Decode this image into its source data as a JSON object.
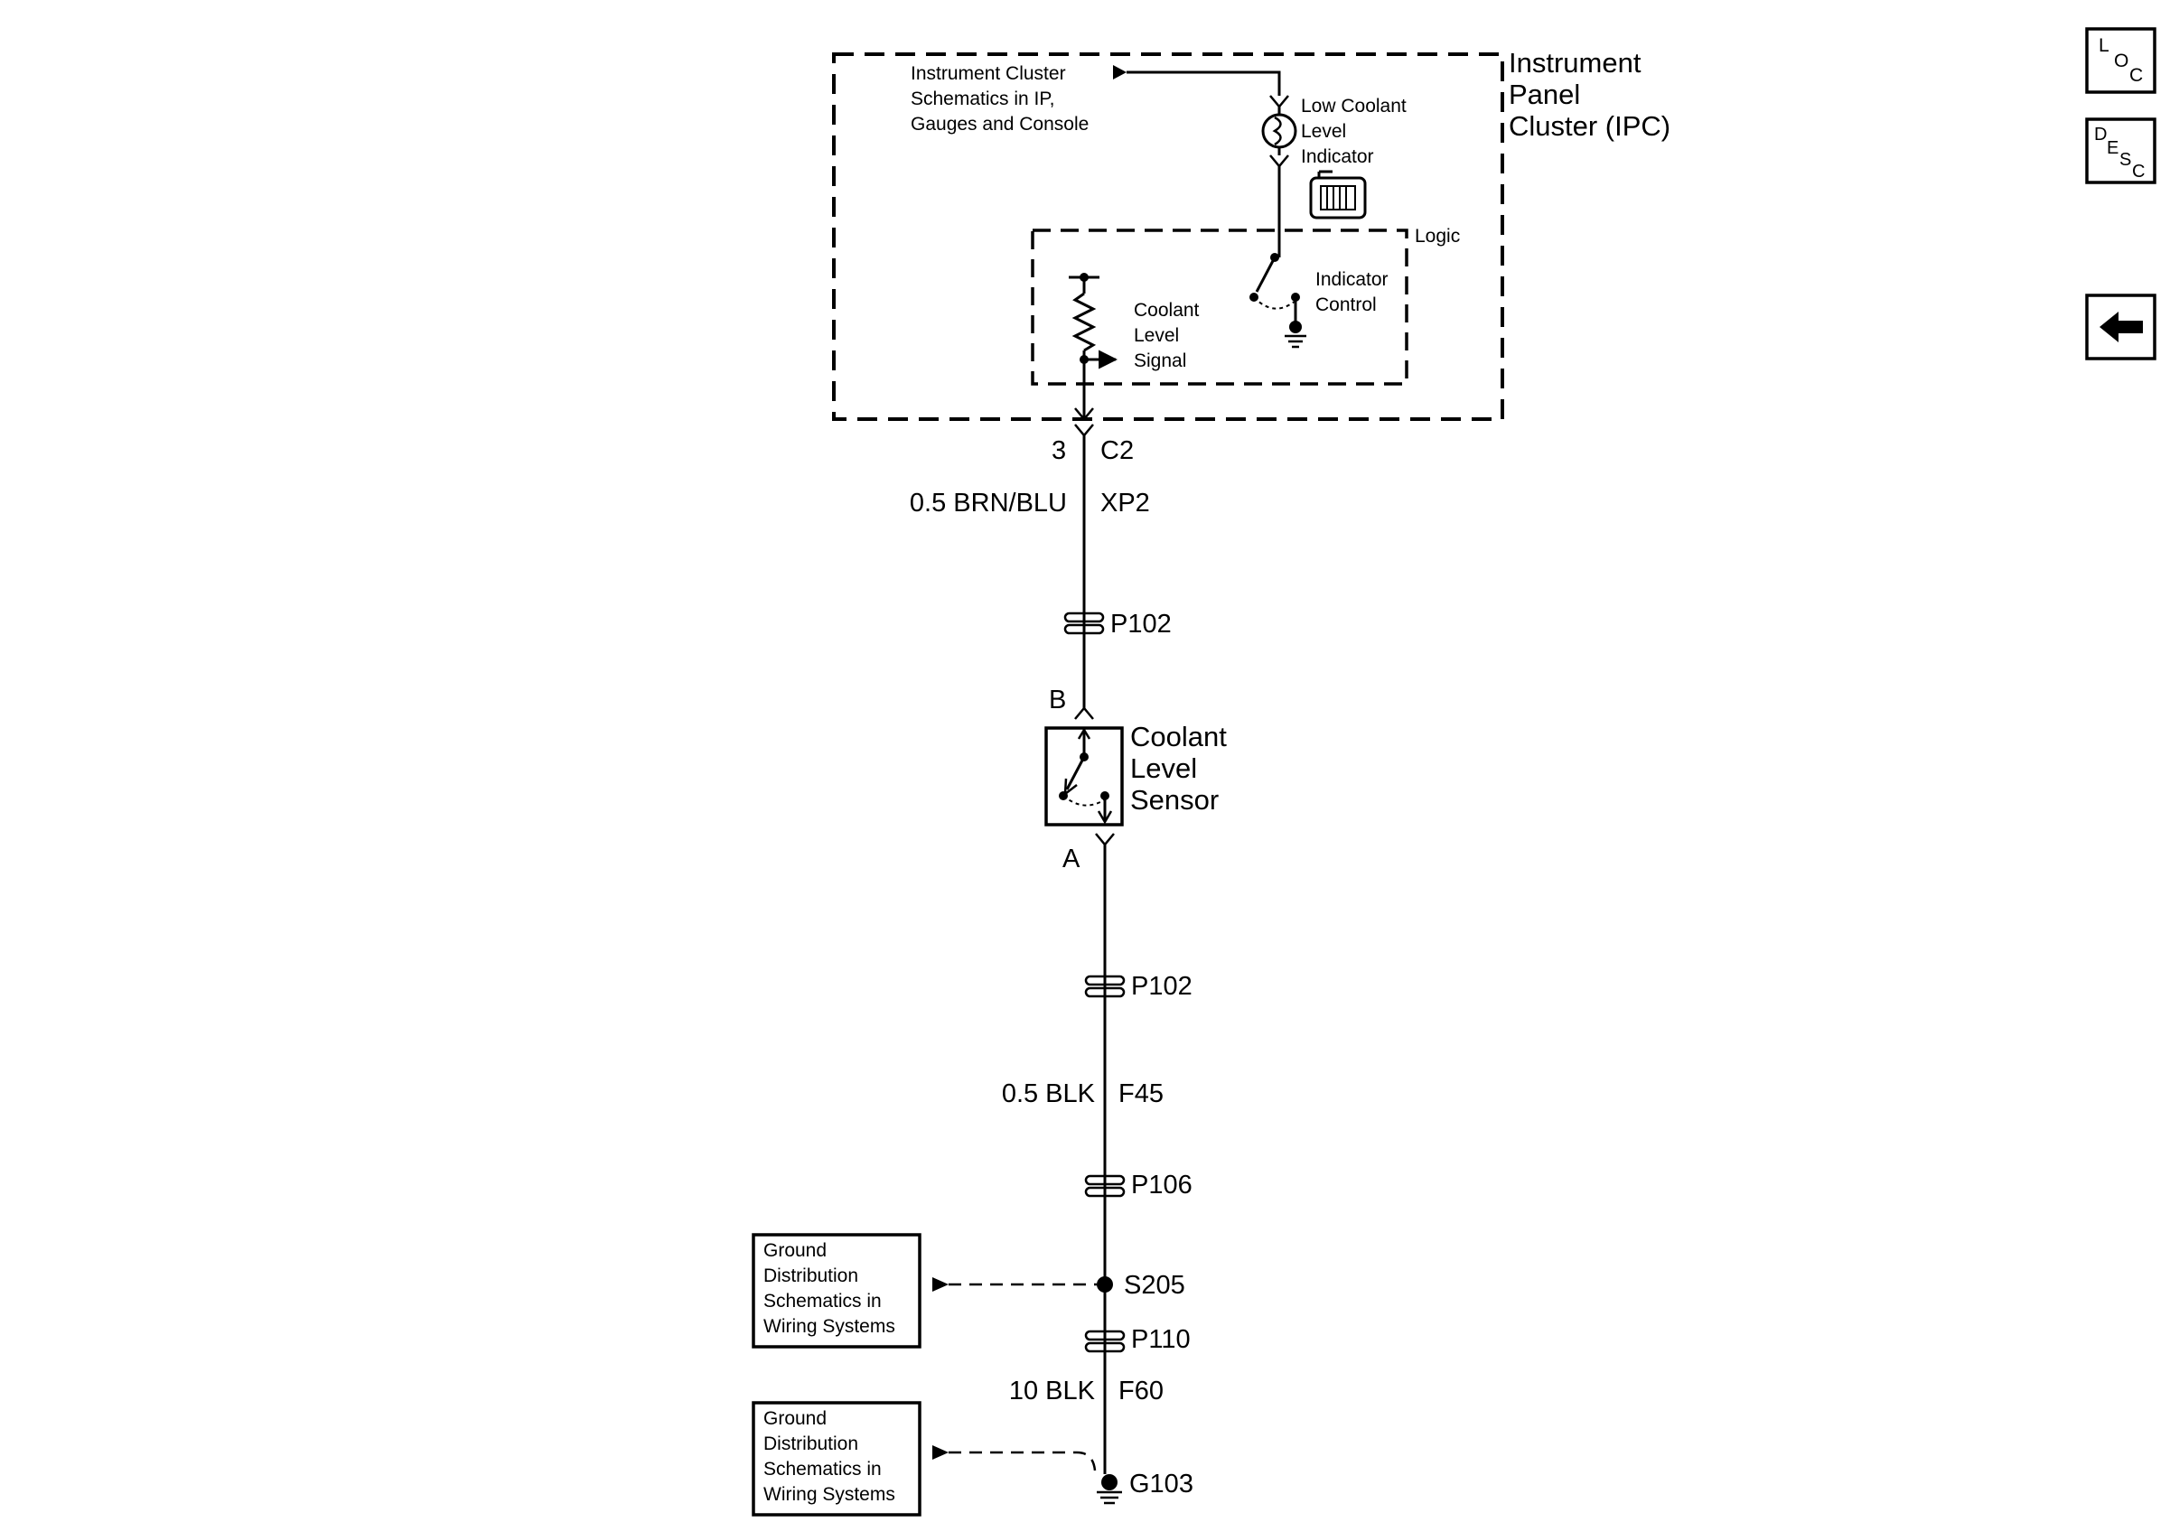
{
  "ipc": {
    "title_lines": [
      "Instrument",
      "Panel",
      "Cluster (IPC)"
    ],
    "cluster_ref_lines": [
      "Instrument Cluster",
      "Schematics in IP,",
      "Gauges and Console"
    ],
    "indicator_lines": [
      "Low Coolant",
      "Level",
      "Indicator"
    ],
    "logic_label": "Logic",
    "signal_lines": [
      "Coolant",
      "Level",
      "Signal"
    ],
    "control_lines": [
      "Indicator",
      "Control"
    ]
  },
  "wire_top": {
    "pin": "3",
    "connector": "C2",
    "gauge_color": "0.5 BRN/BLU",
    "circuit": "XP2",
    "pass_through": "P102"
  },
  "sensor": {
    "pin_b": "B",
    "pin_a": "A",
    "label_lines": [
      "Coolant",
      "Level",
      "Sensor"
    ]
  },
  "wire_bottom": {
    "pass_through_1": "P102",
    "gauge_color": "0.5 BLK",
    "circuit": "F45",
    "pass_through_2": "P106",
    "splice": "S205",
    "pass_through_3": "P110",
    "gauge_color_2": "10 BLK",
    "circuit_2": "F60",
    "ground": "G103"
  },
  "ground_ref_1_lines": [
    "Ground",
    "Distribution",
    "Schematics in",
    "Wiring Systems"
  ],
  "ground_ref_2_lines": [
    "Ground",
    "Distribution",
    "Schematics in",
    "Wiring Systems"
  ],
  "nav": {
    "loc": [
      "L",
      "O",
      "C"
    ],
    "desc": [
      "D",
      "E",
      "S",
      "C"
    ],
    "back_icon": "left-arrow-icon"
  }
}
